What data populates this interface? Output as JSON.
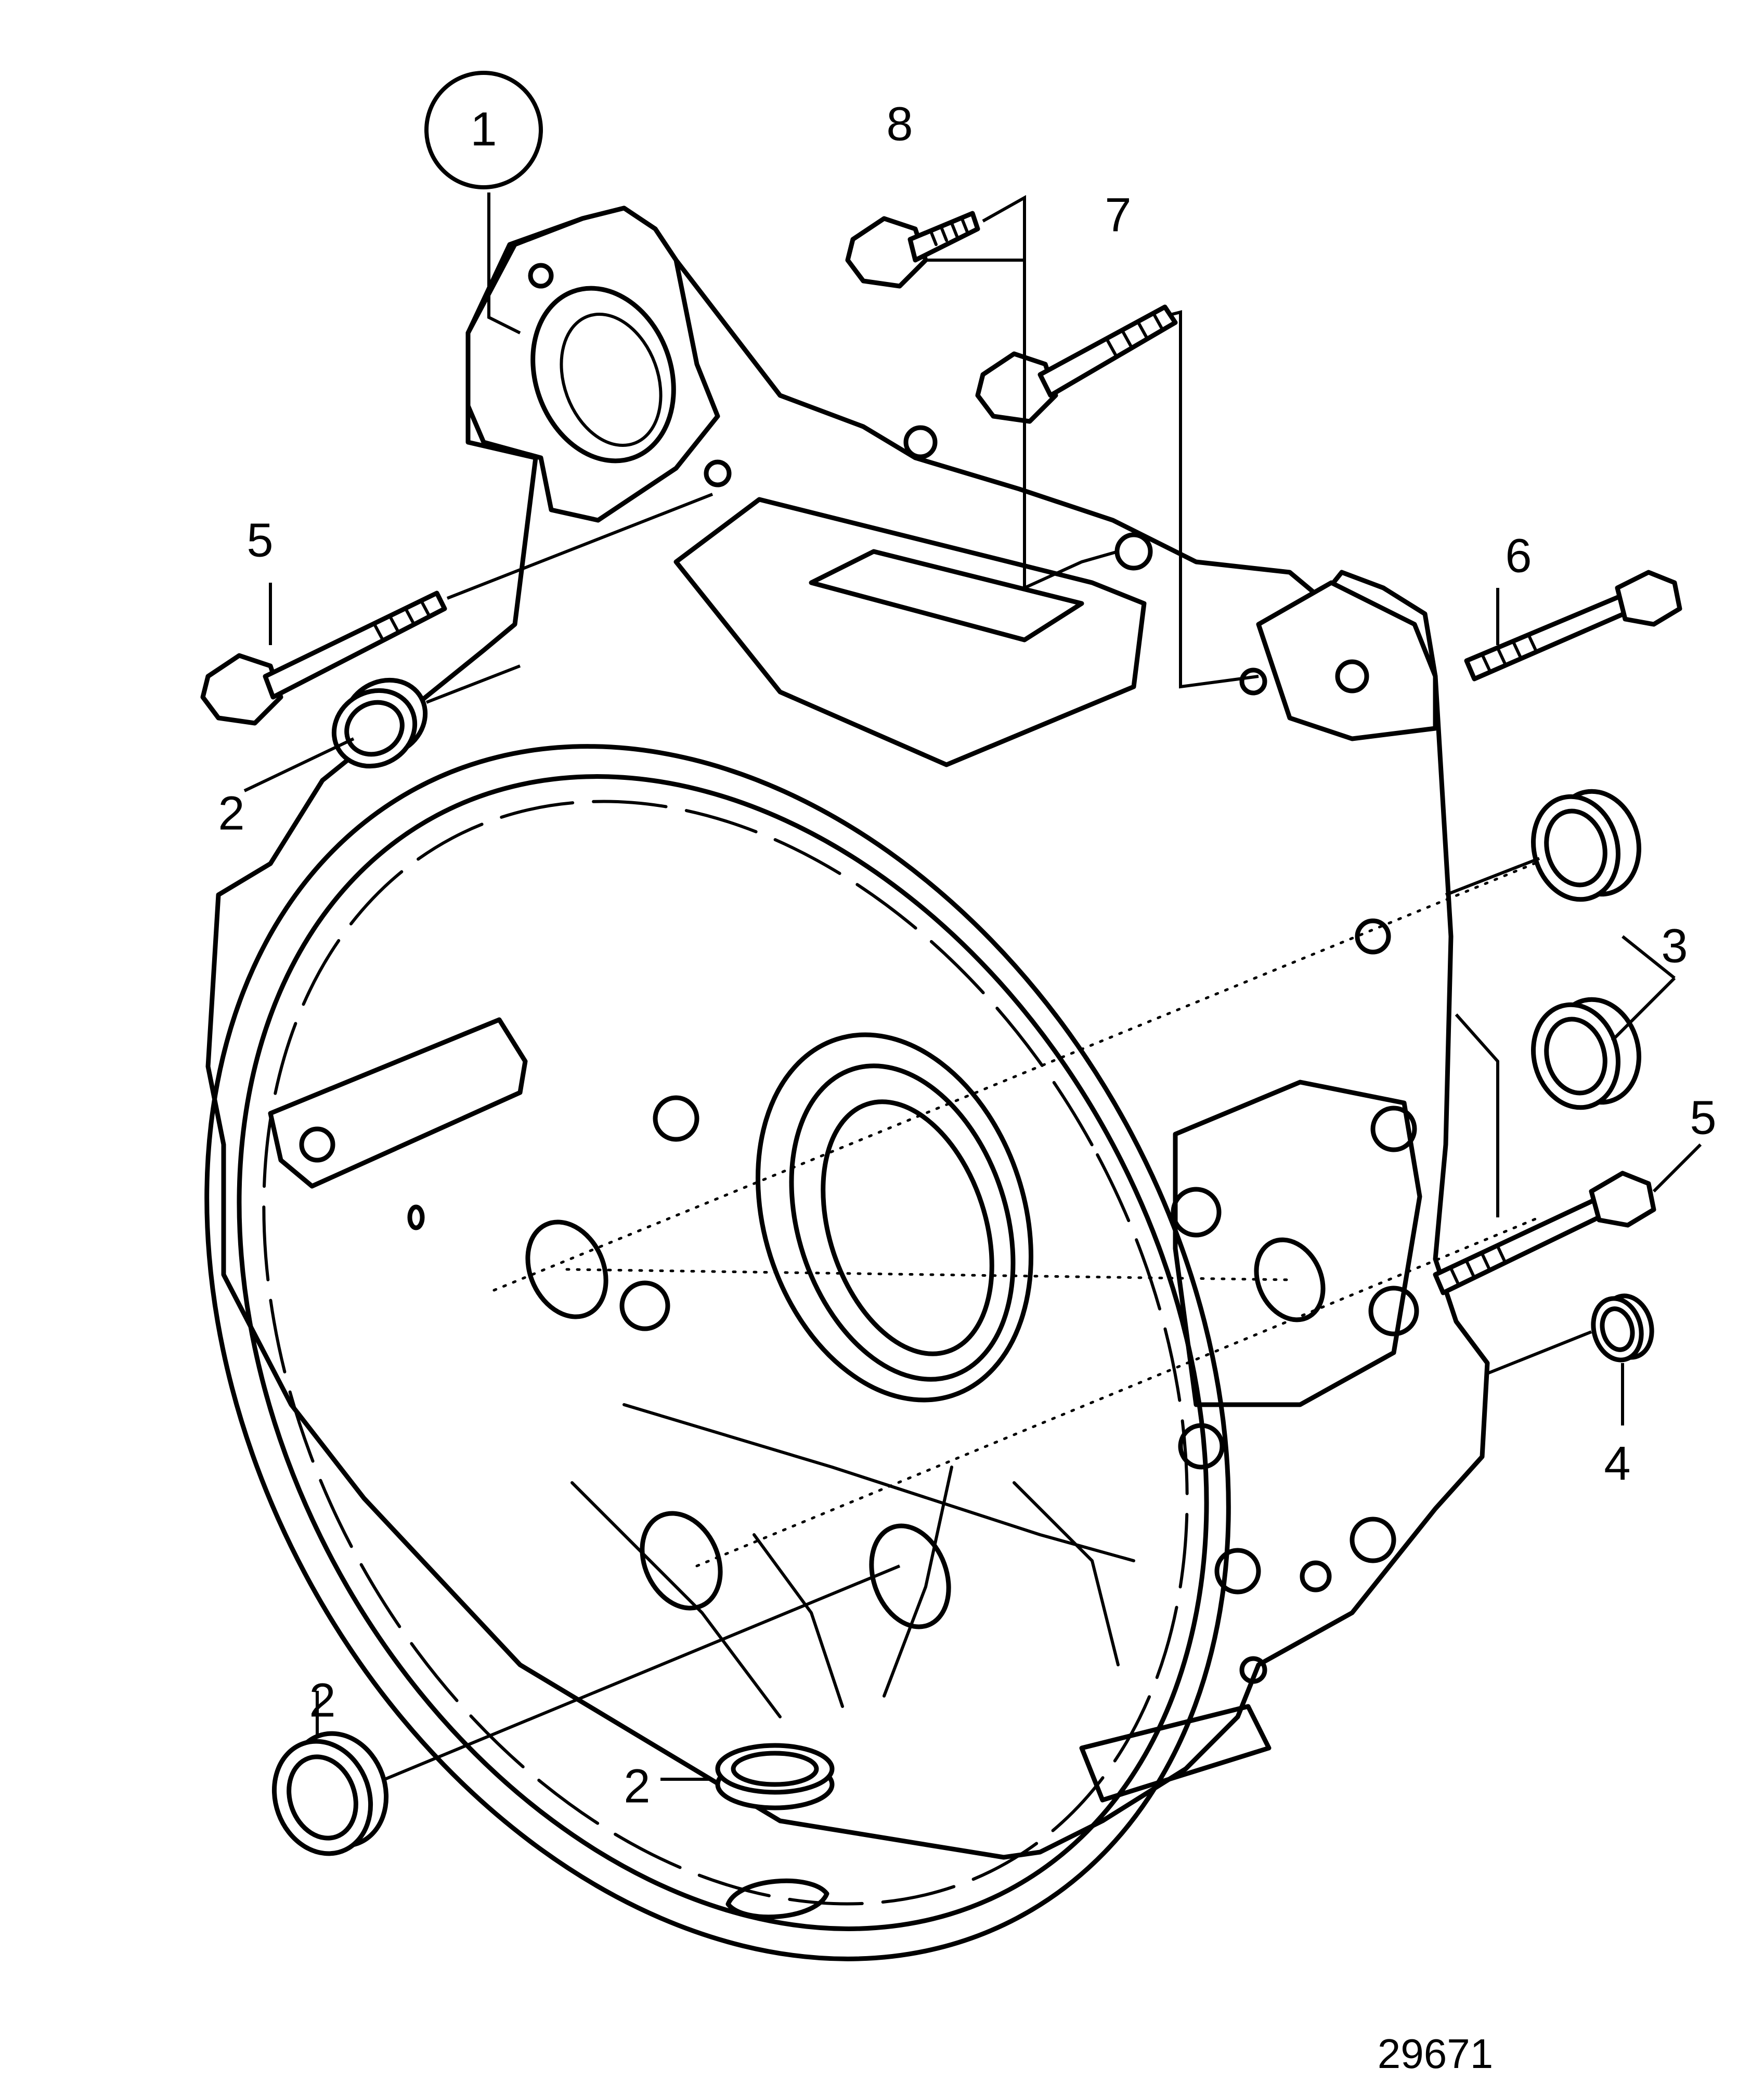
{
  "figure_number": "29671",
  "callouts": {
    "c1": "1",
    "c2a": "2",
    "c2b": "2",
    "c2c": "2",
    "c3": "3",
    "c4": "4",
    "c5a": "5",
    "c5b": "5",
    "c6": "6",
    "c7": "7",
    "c8": "8"
  }
}
